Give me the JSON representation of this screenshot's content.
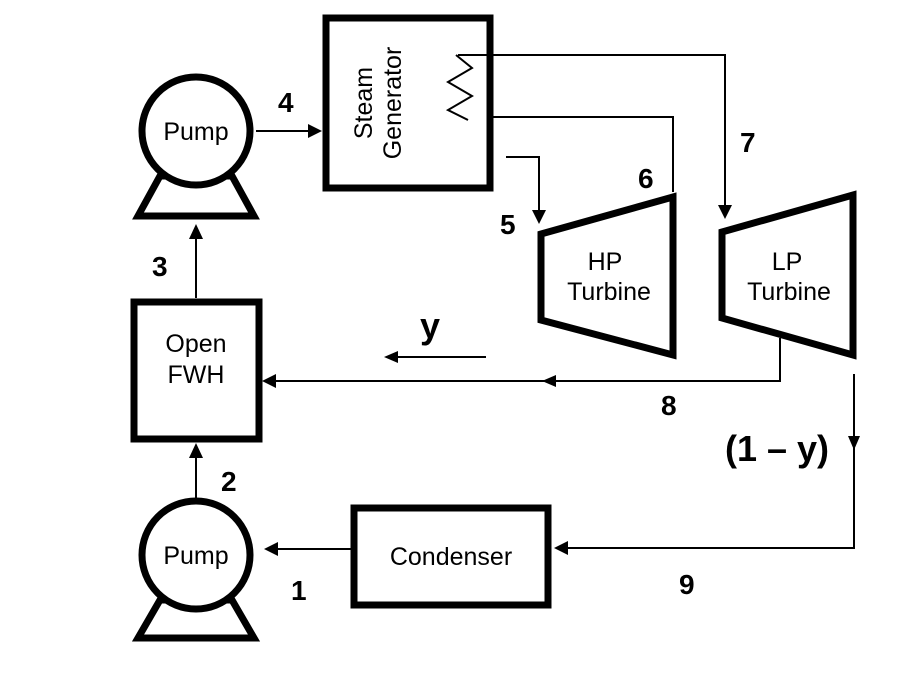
{
  "components": {
    "steam_generator_line1": "Steam",
    "steam_generator_line2": "Generator",
    "top_pump": "Pump",
    "bottom_pump": "Pump",
    "open_fwh_line1": "Open",
    "open_fwh_line2": "FWH",
    "hp_turbine_line1": "HP",
    "hp_turbine_line2": "Turbine",
    "lp_turbine_line1": "LP",
    "lp_turbine_line2": "Turbine",
    "condenser": "Condenser"
  },
  "states": {
    "s1": "1",
    "s2": "2",
    "s3": "3",
    "s4": "4",
    "s5": "5",
    "s6": "6",
    "s7": "7",
    "s8": "8",
    "s9": "9"
  },
  "fractions": {
    "y": "y",
    "one_minus_y": "(1 – y)"
  }
}
